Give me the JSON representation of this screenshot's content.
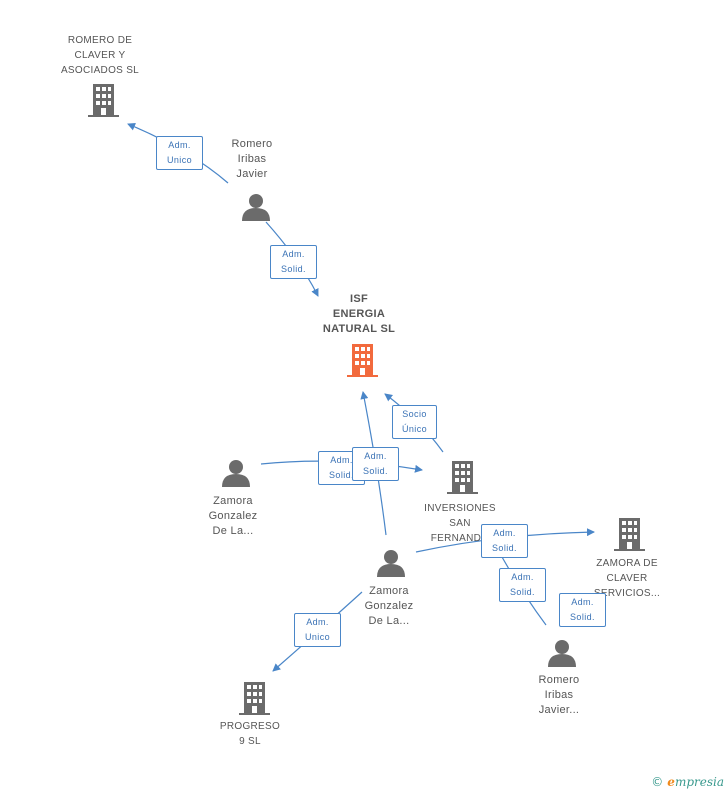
{
  "nodes": {
    "romero_claver": {
      "lines": [
        "ROMERO DE",
        "CLAVER Y",
        "ASOCIADOS SL"
      ],
      "type": "company"
    },
    "romero_iribas_top": {
      "lines": [
        "Romero",
        "Iribas",
        "Javier"
      ],
      "type": "person"
    },
    "isf": {
      "lines": [
        "ISF",
        "ENERGIA",
        "NATURAL SL"
      ],
      "type": "company-focus"
    },
    "zamora_left": {
      "lines": [
        "Zamora",
        "Gonzalez",
        "De La..."
      ],
      "type": "person"
    },
    "inversiones": {
      "lines": [
        "INVERSIONES",
        "SAN",
        "FERNANDO"
      ],
      "type": "company"
    },
    "zamora_center": {
      "lines": [
        "Zamora",
        "Gonzalez",
        "De La..."
      ],
      "type": "person"
    },
    "zamora_claver": {
      "lines": [
        "ZAMORA DE",
        "CLAVER",
        "SERVICIOS..."
      ],
      "type": "company"
    },
    "romero_iribas_bottom": {
      "lines": [
        "Romero",
        "Iribas",
        "Javier..."
      ],
      "type": "person"
    },
    "progreso": {
      "lines": [
        "PROGRESO",
        "9 SL"
      ],
      "type": "company"
    }
  },
  "edge_labels": {
    "e1": [
      "Adm.",
      "Unico"
    ],
    "e2": [
      "Adm.",
      "Solid."
    ],
    "e3": [
      "Socio",
      "Único"
    ],
    "e4": [
      "Adm.",
      "Solid."
    ],
    "e5": [
      "Adm.",
      "Solid."
    ],
    "e6": [
      "Adm.",
      "Solid."
    ],
    "e7": [
      "Adm.",
      "Solid."
    ],
    "e8": [
      "Adm.",
      "Solid."
    ],
    "e9": [
      "Adm.",
      "Unico"
    ]
  },
  "colors": {
    "edge": "#4a86c8",
    "icon": "#6b6b6b",
    "focus_icon": "#f26a3d"
  },
  "footer": {
    "copyright": "©",
    "brand_e": "e",
    "brand_rest": "mpresia"
  }
}
